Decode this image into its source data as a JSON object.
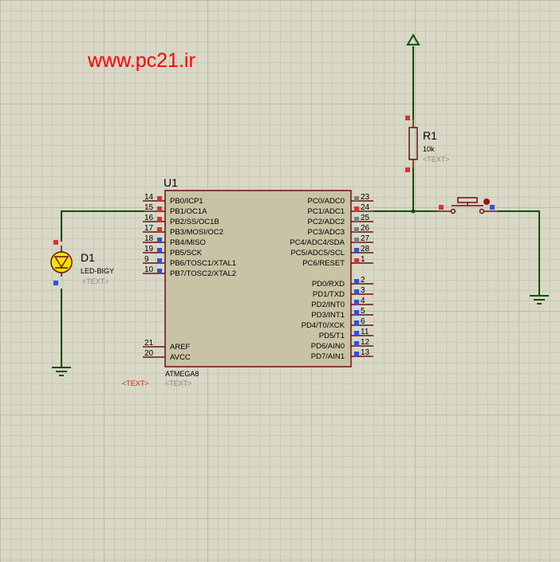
{
  "watermark": "www.pc21.ir",
  "mcu": {
    "ref": "U1",
    "part": "ATMEGA8",
    "part_text": "<TEXT>",
    "extra_text": "<TEXT>",
    "left_pins": [
      {
        "num": "14",
        "name": "PB0/ICP1",
        "color": "#e03030"
      },
      {
        "num": "15",
        "name": "PB1/OC1A",
        "color": "#e03030"
      },
      {
        "num": "16",
        "name": "PB2/SS/OC1B",
        "color": "#e03030"
      },
      {
        "num": "17",
        "name": "PB3/MOSI/OC2",
        "color": "#e03030"
      },
      {
        "num": "18",
        "name": "PB4/MISO",
        "color": "#3050e0"
      },
      {
        "num": "19",
        "name": "PB5/SCK",
        "color": "#3050e0"
      },
      {
        "num": "9",
        "name": "PB6/TOSC1/XTAL1",
        "color": "#3050e0"
      },
      {
        "num": "10",
        "name": "PB7/TOSC2/XTAL2",
        "color": "#3050e0"
      }
    ],
    "left_bottom_pins": [
      {
        "num": "21",
        "name": "AREF"
      },
      {
        "num": "20",
        "name": "AVCC"
      }
    ],
    "right_pins_c": [
      {
        "num": "23",
        "name": "PC0/ADC0",
        "color": "#808080"
      },
      {
        "num": "24",
        "name": "PC1/ADC1",
        "color": "#e03030"
      },
      {
        "num": "25",
        "name": "PC2/ADC2",
        "color": "#808080"
      },
      {
        "num": "26",
        "name": "PC3/ADC3",
        "color": "#808080"
      },
      {
        "num": "27",
        "name": "PC4/ADC4/SDA",
        "color": "#808080"
      },
      {
        "num": "28",
        "name": "PC5/ADC5/SCL",
        "color": "#3050e0"
      },
      {
        "num": "1",
        "name": "PC6/RESET",
        "color": "#e03030"
      }
    ],
    "right_pins_d": [
      {
        "num": "2",
        "name": "PD0/RXD",
        "color": "#3050e0"
      },
      {
        "num": "3",
        "name": "PD1/TXD",
        "color": "#3050e0"
      },
      {
        "num": "4",
        "name": "PD2/INT0",
        "color": "#3050e0"
      },
      {
        "num": "5",
        "name": "PD3/INT1",
        "color": "#3050e0"
      },
      {
        "num": "6",
        "name": "PD4/T0/XCK",
        "color": "#3050e0"
      },
      {
        "num": "11",
        "name": "PD5/T1",
        "color": "#3050e0"
      },
      {
        "num": "12",
        "name": "PD6/AIN0",
        "color": "#3050e0"
      },
      {
        "num": "13",
        "name": "PD7/AIN1",
        "color": "#3050e0"
      }
    ]
  },
  "led": {
    "ref": "D1",
    "part": "LED-BIGY",
    "text": "<TEXT>"
  },
  "resistor": {
    "ref": "R1",
    "value": "10k",
    "text": "<TEXT>"
  },
  "colors": {
    "wire": "#005000",
    "body_fill": "#c8c3a5",
    "body_stroke": "#6b1010",
    "pin_line": "#6b1010",
    "pin_red": "#e03030",
    "pin_blue": "#3050e0"
  }
}
